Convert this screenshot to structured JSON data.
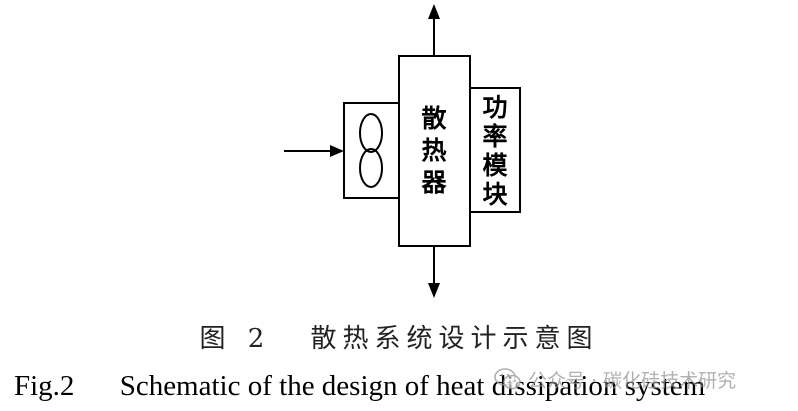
{
  "diagram": {
    "blocks": {
      "heatsink": [
        "散",
        "热",
        "器"
      ],
      "power_module": [
        "功",
        "率",
        "模",
        "块"
      ]
    },
    "icons": {
      "fan": "fan-icon",
      "watermark_logo": "wechat-logo-icon"
    }
  },
  "caption": {
    "cn_title": "散热系统设计示意图",
    "cn_prefix": "图",
    "cn_number": "2",
    "en_prefix": "Fig.2",
    "en_title": "Schematic of the design of heat dissipation system"
  },
  "watermark": {
    "text": "公众号 · 碳化硅技术研究"
  }
}
